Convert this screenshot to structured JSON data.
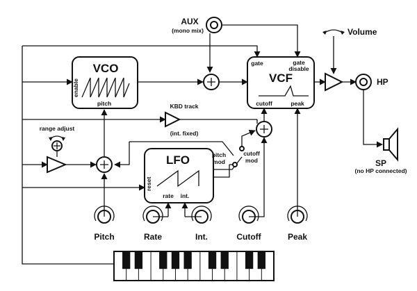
{
  "blocks": {
    "vco": {
      "title": "VCO",
      "enable": "enable",
      "pitch": "pitch"
    },
    "vcf": {
      "title": "VCF",
      "gate": "gate",
      "gate_disable_1": "gate",
      "gate_disable_2": "disable",
      "cutoff": "cutoff",
      "peak": "peak"
    },
    "lfo": {
      "title": "LFO",
      "reset": "reset",
      "rate": "rate",
      "int": "int."
    }
  },
  "labels": {
    "aux": "AUX",
    "aux_sub": "(mono mix)",
    "volume": "Volume",
    "hp": "HP",
    "sp": "SP",
    "sp_sub": "(no HP connected)",
    "kbd_track": "KBD track",
    "kbd_sub": "(int. fixed)",
    "range_adjust": "range adjust",
    "pitch_mod_1": "pitch",
    "pitch_mod_2": "mod",
    "cutoff_mod_1": "cutoff",
    "cutoff_mod_2": "mod"
  },
  "knobs": [
    "Pitch",
    "Rate",
    "Int.",
    "Cutoff",
    "Peak"
  ]
}
